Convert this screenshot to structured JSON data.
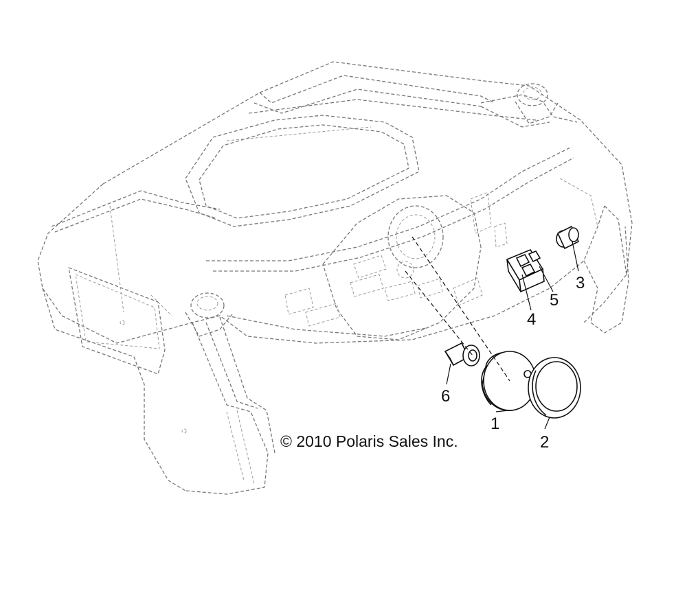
{
  "diagram": {
    "copyright": "© 2010 Polaris Sales Inc.",
    "callouts": [
      {
        "id": "1",
        "label": "1"
      },
      {
        "id": "2",
        "label": "2"
      },
      {
        "id": "3",
        "label": "3"
      },
      {
        "id": "4",
        "label": "4"
      },
      {
        "id": "5",
        "label": "5"
      },
      {
        "id": "6",
        "label": "6"
      }
    ]
  }
}
